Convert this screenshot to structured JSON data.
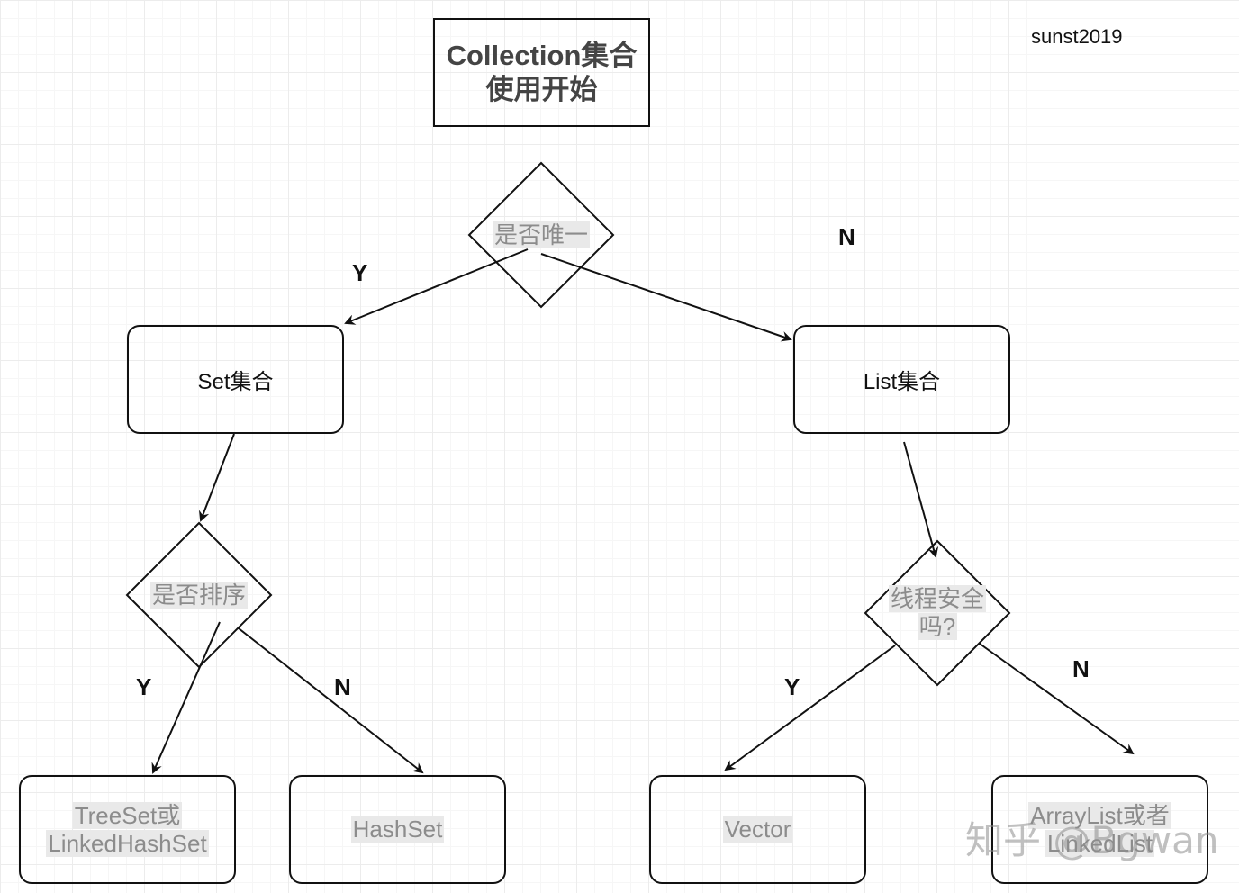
{
  "title": {
    "line1": "Collection集合",
    "line2": "使用开始"
  },
  "author": "sunst2019",
  "nodes": {
    "unique_decision": "是否唯一",
    "set": "Set集合",
    "list": "List集合",
    "sort_decision": "是否排序",
    "thread_decision": {
      "line1": "线程安全",
      "line2": "吗?"
    },
    "treeset": {
      "line1": "TreeSet或",
      "line2": "LinkedHashSet"
    },
    "hashset": "HashSet",
    "vector": "Vector",
    "arraylist": {
      "line1": "ArrayList或者",
      "line2": "LinkedList"
    }
  },
  "edge_labels": {
    "unique_yes": "Y",
    "unique_no": "N",
    "sort_yes": "Y",
    "sort_no": "N",
    "thread_yes": "Y",
    "thread_no": "N"
  },
  "watermark": "知乎 @Bgwan"
}
